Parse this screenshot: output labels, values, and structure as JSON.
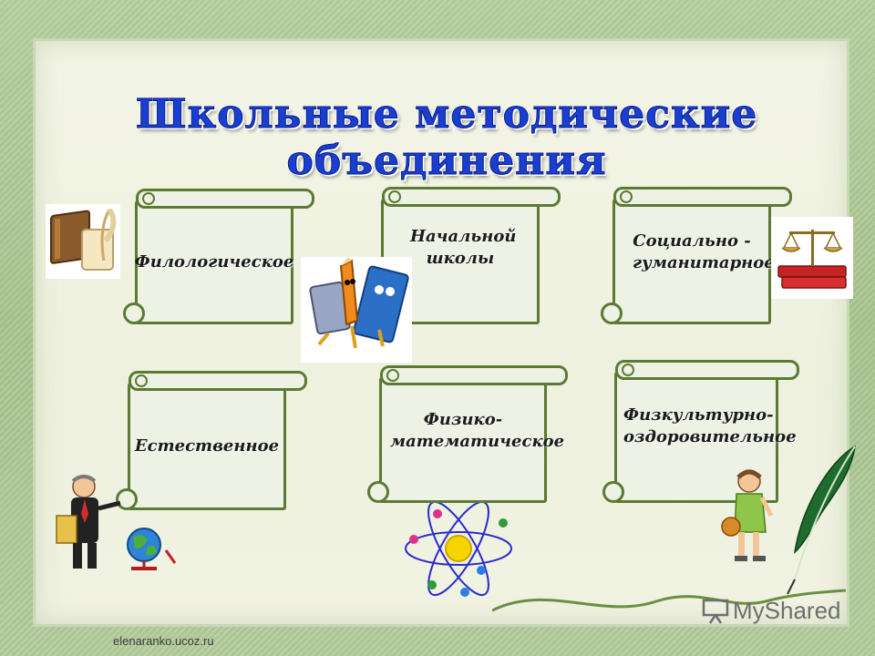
{
  "title": "Школьные методические объединения",
  "scrolls": [
    {
      "label": "Филологическое"
    },
    {
      "label": "Начальной школы"
    },
    {
      "label": "Социально - гуманитарное"
    },
    {
      "label": "Естественное"
    },
    {
      "label": "Физико-математическое"
    },
    {
      "label": "Физкультурно-оздоровительное"
    }
  ],
  "footer": {
    "url": "elenaranko.ucoz.ru"
  },
  "watermark": {
    "brand": "MyShared"
  },
  "icons": [
    "books-quill-icon",
    "school-supplies-icon",
    "scales-books-icon",
    "teacher-globe-icon",
    "atom-icon",
    "boy-ball-icon",
    "feather-quill-icon"
  ],
  "colors": {
    "title": "#1a3fcf",
    "scroll_border": "#5b7a34",
    "scroll_fill": "#eef2e4"
  }
}
